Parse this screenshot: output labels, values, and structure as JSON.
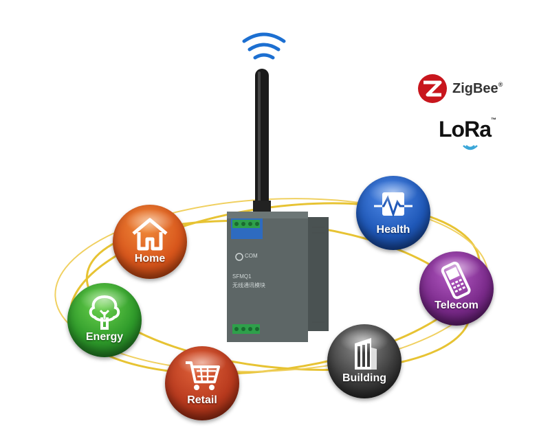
{
  "categories": [
    {
      "key": "home",
      "label": "Home",
      "icon": "house-icon",
      "color": "#d8561c"
    },
    {
      "key": "energy",
      "label": "Energy",
      "icon": "tree-icon",
      "color": "#2e9a2a"
    },
    {
      "key": "retail",
      "label": "Retail",
      "icon": "shopping-cart-icon",
      "color": "#b83a1e"
    },
    {
      "key": "building",
      "label": "Building",
      "icon": "office-building-icon",
      "color": "#3c3c3c"
    },
    {
      "key": "telecom",
      "label": "Telecom",
      "icon": "mobile-phone-icon",
      "color": "#7a2a8a"
    },
    {
      "key": "health",
      "label": "Health",
      "icon": "heartbeat-icon",
      "color": "#1f58b8"
    }
  ],
  "logos": {
    "zigbee": {
      "text": "ZigBee",
      "mark": "®",
      "color": "#c8161d"
    },
    "lora": {
      "text": "LoRa",
      "mark": "™"
    }
  },
  "device": {
    "port_label": "COM",
    "model": "SFMQ1",
    "subtitle": "无线通讯模块"
  }
}
